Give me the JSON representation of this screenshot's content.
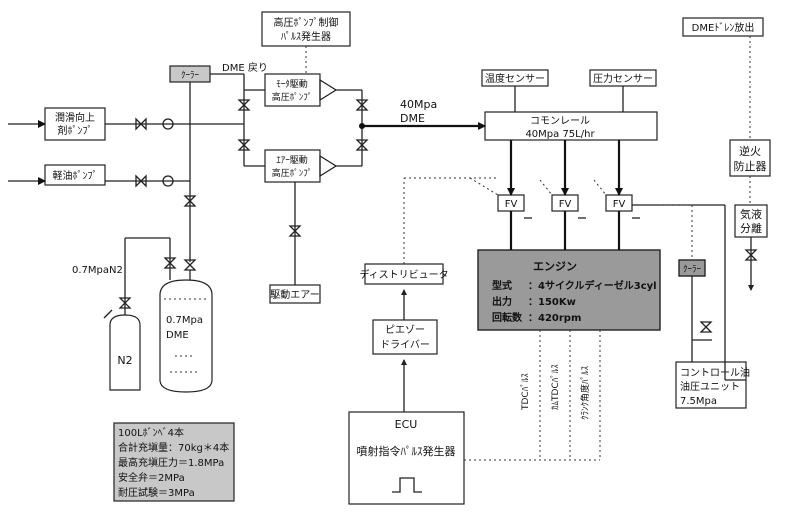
{
  "labels": {
    "hp_pump_control": [
      "高圧ﾎﾟﾝﾌﾟ制御",
      "ﾊﾟﾙｽ発生器"
    ],
    "dme_drain": "DMEﾄﾞﾚﾝ放出",
    "cooler_top": "ｸｰﾗｰ",
    "dme_return": "DME 戻り",
    "motor_pump": [
      "ﾓｰﾀ駆動",
      "高圧ﾎﾟﾝﾌﾟ"
    ],
    "air_pump": [
      "ｴｱｰ駆動",
      "高圧ﾎﾟﾝﾌﾟ"
    ],
    "lubricity_pump": [
      "潤滑向上",
      "剤ﾎﾟﾝﾌﾟ"
    ],
    "light_oil_pump": "軽油ﾎﾟﾝﾌﾟ",
    "pressure_40": [
      "40Mpa",
      "DME"
    ],
    "temp_sensor": "温度センサー",
    "pressure_sensor": "圧力センサー",
    "common_rail": [
      "コモンレール",
      "40Mpa 75L/hr"
    ],
    "fv": "FV",
    "flashback": [
      "逆火",
      "防止器"
    ],
    "gas_liquid": [
      "気液",
      "分離"
    ],
    "n2_pressure": "0.7MpaN2",
    "n2": "N2",
    "tank": [
      "0.7Mpa",
      "DME"
    ],
    "drive_air": "駆動エアー",
    "distributor": "ディストリビュータ",
    "piezo_driver": [
      "ピエゾー",
      "ドライバー"
    ],
    "cooler_mid": "ｸｰﾗｰ",
    "control_oil": [
      "コントロール油",
      "油圧ユニット",
      "7.5Mpa"
    ],
    "ecu": "ECU",
    "injection_pulse": "噴射指令ﾊﾟﾙｽ発生器",
    "tdc_pulse": "TDCﾊﾟﾙｽ",
    "cam_tdc_pulse": "ｶﾑTDCﾊﾟﾙｽ",
    "crank_pulse": "ｸﾗﾝｸ角度ﾊﾟﾙｽ"
  },
  "engine": {
    "title": "エンジン",
    "rows": [
      {
        "label": "型式",
        "value": "：4サイクルディーゼル3cyl"
      },
      {
        "label": "出力",
        "value": "：150Kw"
      },
      {
        "label": "回転数",
        "value": "：420rpm"
      }
    ]
  },
  "cylinder_info": [
    "100Lﾎﾞﾝﾍﾞ4本",
    "合計充塡量：70kg＊4本",
    "最高充塡圧力＝1.8MPa",
    "安全弁＝2MPa",
    "耐圧試験＝3MPa"
  ]
}
